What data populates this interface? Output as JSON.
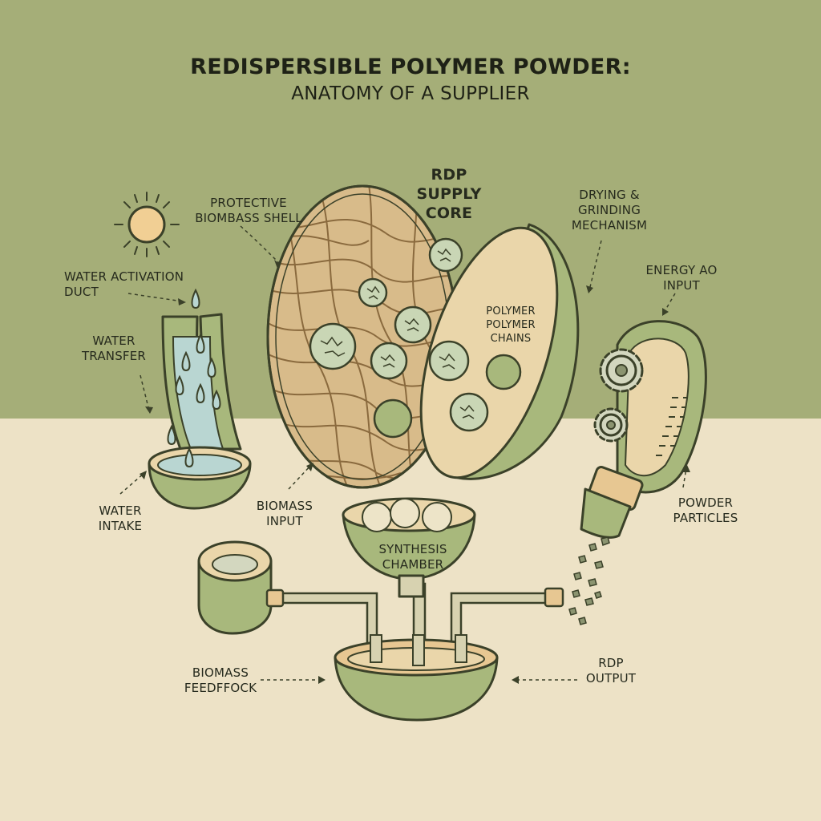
{
  "title": {
    "line1": "REDISPERSIBLE POLYMER POWDER:",
    "line2": "ANATOMY OF A SUPPLIER"
  },
  "labels": {
    "protective_shell": [
      "PROTECTIVE",
      "BIOMBASS SHELL"
    ],
    "rdp_core": [
      "RDP",
      "SUPPLY",
      "CORE"
    ],
    "drying_grinding": [
      "DRYING &",
      "GRINDING",
      "MECHANISM"
    ],
    "energy_input": [
      "ENERGY AO",
      "INPUT"
    ],
    "water_activation": [
      "WATER ACTIVATION",
      "DUCT"
    ],
    "water_transfer": [
      "WATER",
      "TRANSFER"
    ],
    "polymer_chains": [
      "POLYMER",
      "POLYMER",
      "CHAINS"
    ],
    "water_intake": [
      "WATER",
      "INTAKE"
    ],
    "biomass_input": [
      "BIOMASS",
      "INPUT"
    ],
    "synthesis_chamber": [
      "SYNTHESIS",
      "CHAMBER"
    ],
    "powder_particles": [
      "POWDER",
      "PARTICLES"
    ],
    "biomass_feedstock": [
      "BIOMASS",
      "FEEDFFOCK"
    ],
    "rdp_output": [
      "RDP",
      "OUTPUT"
    ]
  },
  "colors": {
    "bg_top": "#a5ae78",
    "bg_bottom": "#ede2c6",
    "shell_green": "#a8b87c",
    "inner_cream": "#ead6aa",
    "ink": "#3b4129",
    "water": "#b9d6d2",
    "fiber": "#c9a472"
  },
  "icons": [
    "sun-icon",
    "water-drop-icon",
    "gear-icon",
    "polymer-sphere-icon"
  ]
}
